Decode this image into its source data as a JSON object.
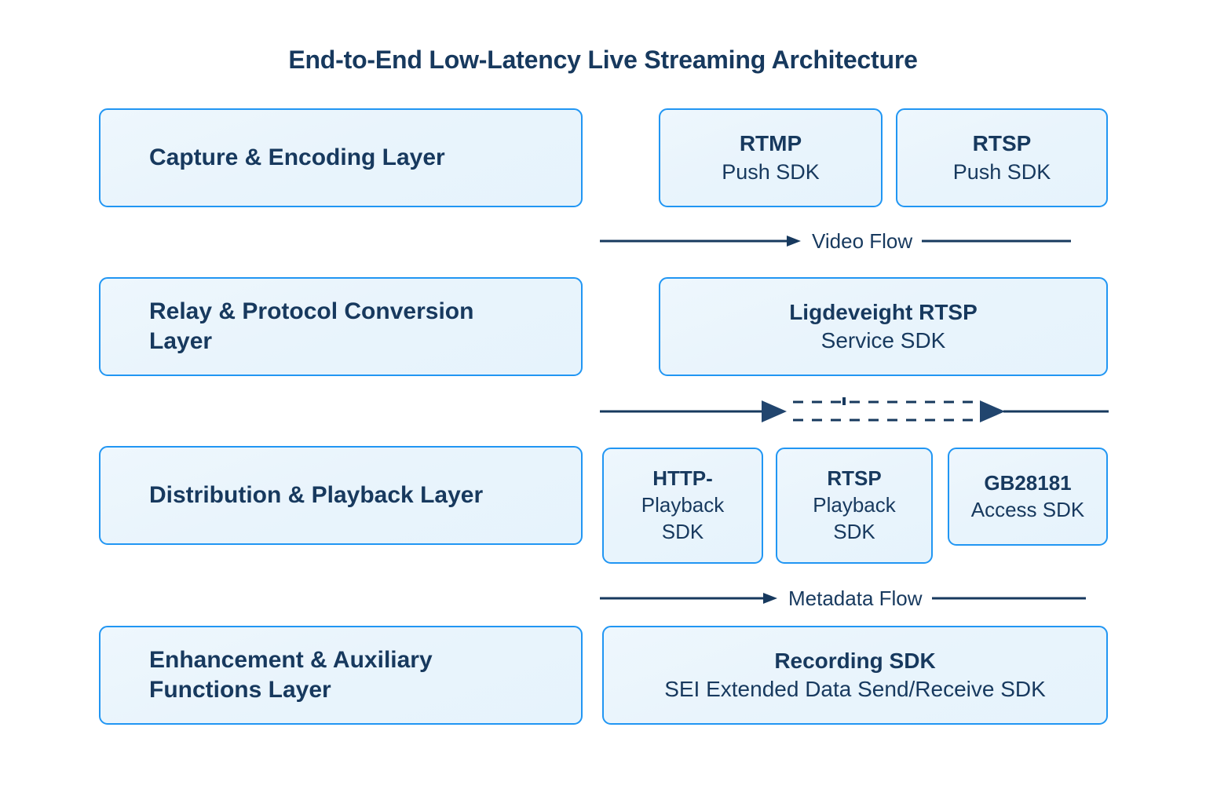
{
  "title": "End-to-End Low-Latency Live Streaming Architecture",
  "colors": {
    "box_border": "#2196f3",
    "box_fill": "#e9f4fc",
    "text": "#17395e",
    "arrow": "#17395e",
    "background": "#ffffff"
  },
  "layers": [
    {
      "id": "capture",
      "label": "Capture & Encoding Layer",
      "line2": ""
    },
    {
      "id": "relay",
      "label": "Relay & Protocol Conversion",
      "line2": "Layer"
    },
    {
      "id": "distribution",
      "label": "Distribution & Playback Layer",
      "line2": ""
    },
    {
      "id": "enhancement",
      "label": "Enhancement & Auxiliary",
      "line2": "Functions Layer"
    }
  ],
  "sdks": {
    "row1": [
      {
        "id": "rtmp-push-sdk",
        "line1": "RTMP",
        "line2": "Push SDK"
      },
      {
        "id": "rtsp-push-sdk",
        "line1": "RTSP",
        "line2": "Push SDK"
      }
    ],
    "row2": [
      {
        "id": "lightweight-rtsp-service-sdk",
        "line1": "Ligdeveight RTSP",
        "line2": "Service SDK"
      }
    ],
    "row3": [
      {
        "id": "http-playback-sdk",
        "line1": "HTTP-",
        "line2": "Playback",
        "line3": "SDK"
      },
      {
        "id": "rtsp-playback-sdk",
        "line1": "RTSP",
        "line2": "Playback",
        "line3": "SDK"
      },
      {
        "id": "gb28181-access-sdk",
        "line1": "GB28181",
        "line2": "Access SDK",
        "line3": ""
      }
    ],
    "row4": [
      {
        "id": "recording-sdk",
        "line1": "Recording SDK",
        "line2": "SEI Extended Data Send/Receive SDK"
      }
    ]
  },
  "flows": [
    {
      "id": "video-flow",
      "label": "Video Flow",
      "style": "solid-arrow-line"
    },
    {
      "id": "protocol-flow",
      "label": "",
      "style": "solid-arrow-dashed-arrow-line"
    },
    {
      "id": "metadata-flow",
      "label": "Metadata Flow",
      "style": "solid-arrow-line"
    }
  ]
}
